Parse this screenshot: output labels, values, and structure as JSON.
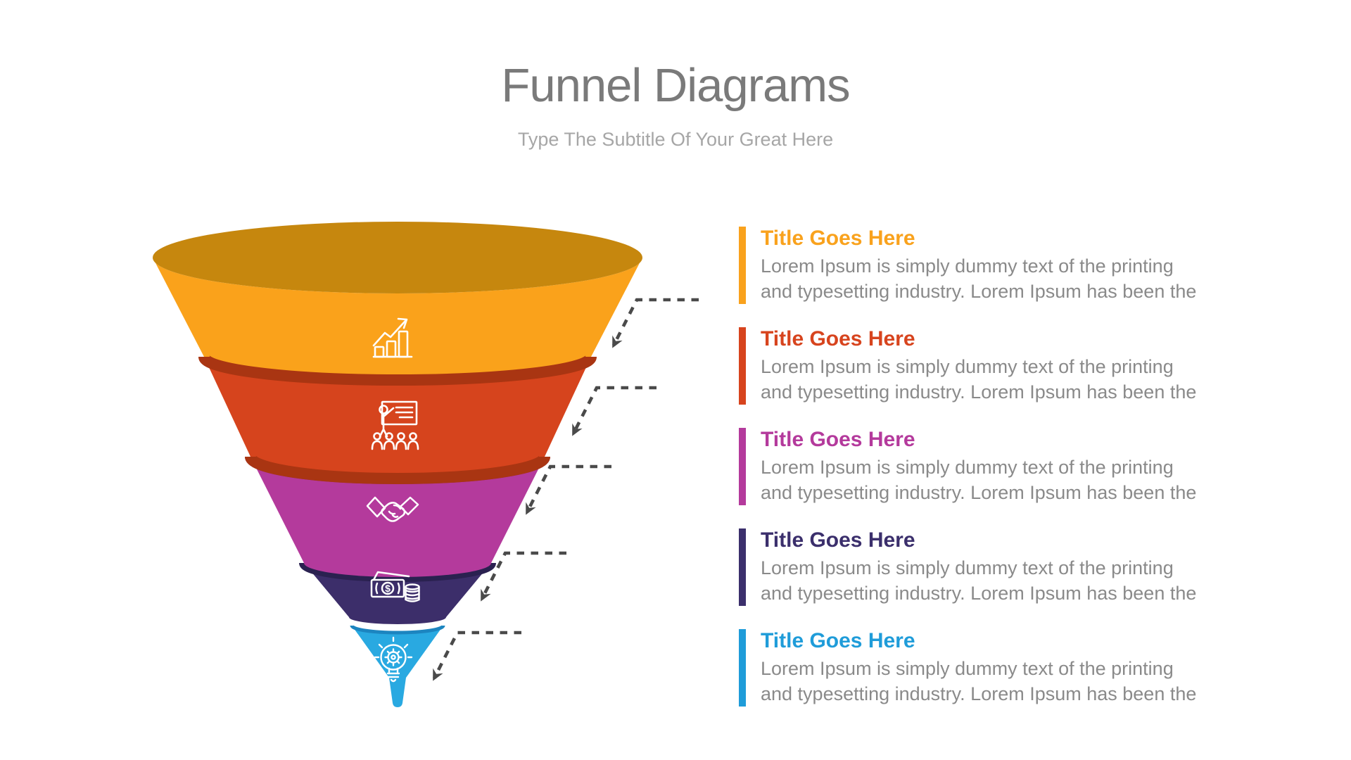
{
  "slide": {
    "title": "Funnel Diagrams",
    "subtitle": "Type The Subtitle Of Your Great Here"
  },
  "funnel": {
    "top_surface_color": "#C6870E",
    "arrow_color": "#4A4A4A",
    "icon_color": "#FFFFFF",
    "dollar_sign": "$",
    "segments": [
      {
        "name": "stage-1",
        "icon": "growth-chart-icon",
        "color": "#FAA21B",
        "rim_color": "#C6870E"
      },
      {
        "name": "stage-2",
        "icon": "presentation-icon",
        "color": "#D6441D",
        "rim_color": "#A93512"
      },
      {
        "name": "stage-3",
        "icon": "handshake-icon",
        "color": "#B43A9C",
        "rim_color": "#8C2374"
      },
      {
        "name": "stage-4",
        "icon": "money-icon",
        "color": "#3C2E6A",
        "rim_color": "#2A2150"
      },
      {
        "name": "stage-5",
        "icon": "idea-gear-icon",
        "color": "#29A9E1",
        "rim_color": "#1C85C0"
      }
    ]
  },
  "items": [
    {
      "title": "Title Goes Here",
      "accent": "#F9A21D",
      "body": "Lorem Ipsum is simply dummy text of the printing\nand typesetting industry. Lorem Ipsum has been the"
    },
    {
      "title": "Title Goes Here",
      "accent": "#D7441E",
      "body": "Lorem Ipsum is simply dummy text of the printing\nand typesetting industry. Lorem Ipsum has been the"
    },
    {
      "title": "Title Goes Here",
      "accent": "#B43A9C",
      "body": "Lorem Ipsum is simply dummy text of the printing\nand typesetting industry. Lorem Ipsum has been the"
    },
    {
      "title": "Title Goes Here",
      "accent": "#3B2F6C",
      "body": "Lorem Ipsum is simply dummy text of the printing\nand typesetting industry. Lorem Ipsum has been the"
    },
    {
      "title": "Title Goes Here",
      "accent": "#1F9CD9",
      "body": "Lorem Ipsum is simply dummy text of the printing\nand typesetting industry. Lorem Ipsum has been the"
    }
  ]
}
